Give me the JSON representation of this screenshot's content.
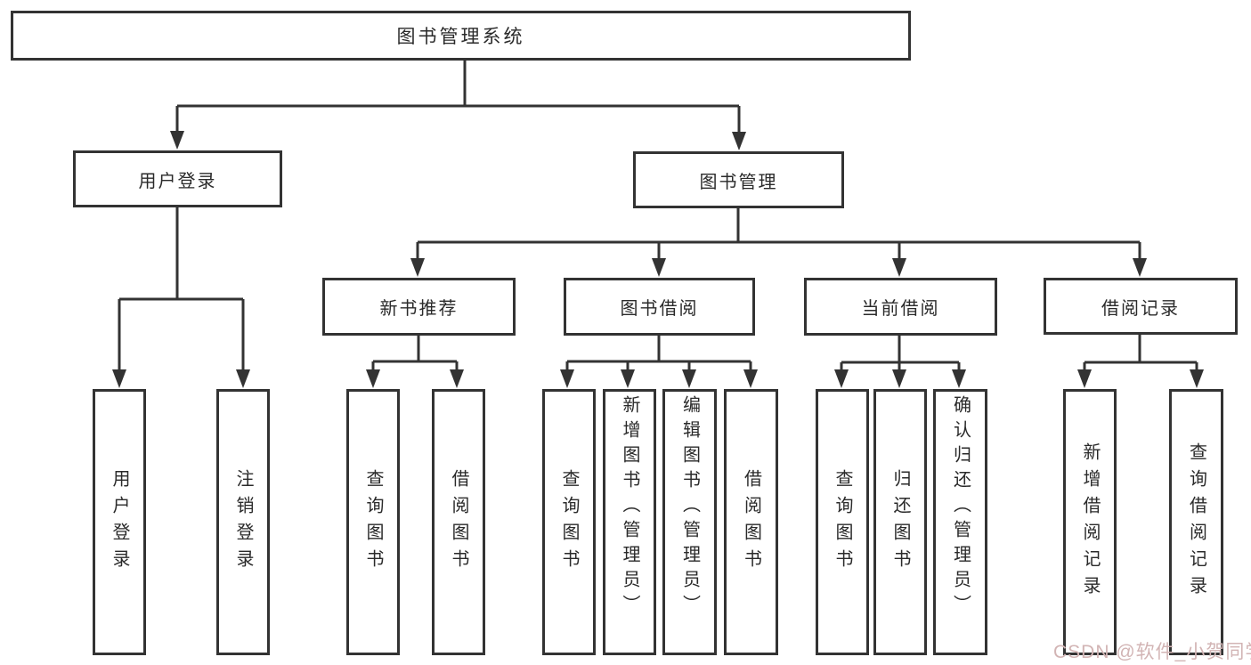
{
  "tree": {
    "root": "图书管理系统",
    "level2": [
      {
        "label": "用户登录",
        "children": [
          {
            "label": "用户登录"
          },
          {
            "label": "注销登录"
          }
        ]
      },
      {
        "label": "图书管理",
        "children": [
          {
            "label": "新书推荐",
            "children": [
              {
                "label": "查询图书"
              },
              {
                "label": "借阅图书"
              }
            ]
          },
          {
            "label": "图书借阅",
            "children": [
              {
                "label": "查询图书"
              },
              {
                "label": "新增图书（管理员）"
              },
              {
                "label": "编辑图书（管理员）"
              },
              {
                "label": "借阅图书"
              }
            ]
          },
          {
            "label": "当前借阅",
            "children": [
              {
                "label": "查询图书"
              },
              {
                "label": "归还图书"
              },
              {
                "label": "确认归还（管理员）"
              }
            ]
          },
          {
            "label": "借阅记录",
            "children": [
              {
                "label": "新增借阅记录"
              },
              {
                "label": "查询借阅记录"
              }
            ]
          }
        ]
      }
    ]
  },
  "watermark": {
    "text": "CSDN @软件_小贺同学"
  },
  "colors": {
    "border": "#333333",
    "text": "#2a2a2a",
    "background": "#ffffff",
    "watermark": "#d2b4b4"
  }
}
